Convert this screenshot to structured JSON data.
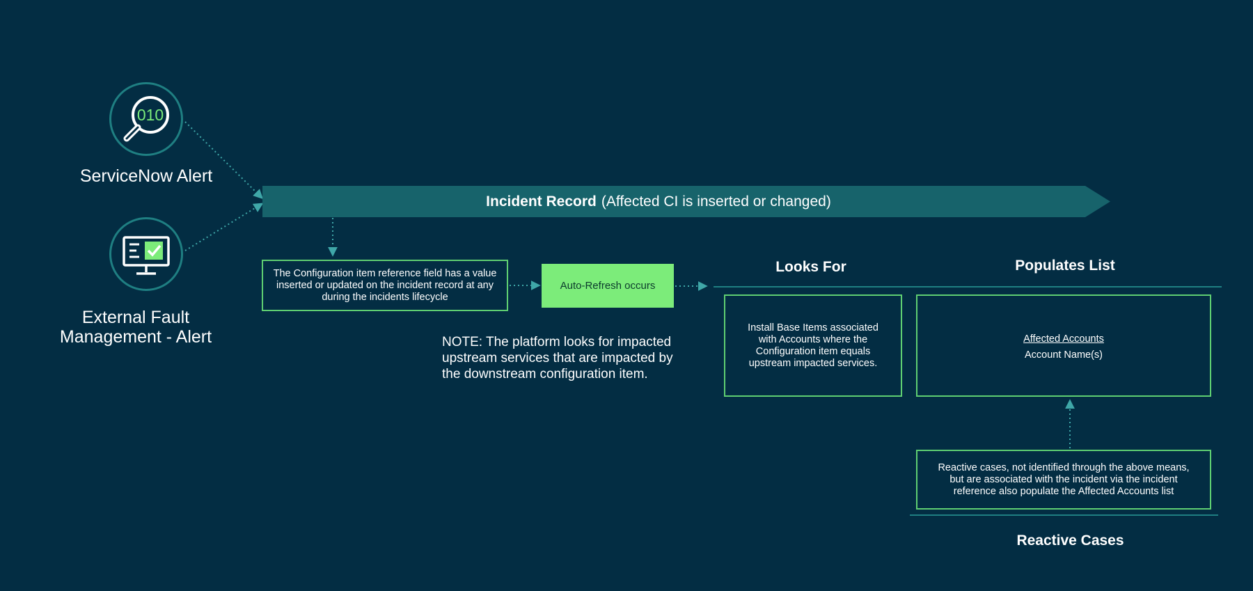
{
  "sources": {
    "servicenow_alert": {
      "label": "ServiceNow Alert",
      "icon_text": "010",
      "icon": "magnifier-binary-icon"
    },
    "external_alert": {
      "label_line1": "External Fault",
      "label_line2": "Management - Alert",
      "icon": "monitor-check-icon"
    }
  },
  "banner": {
    "title": "Incident Record",
    "subtitle": "(Affected CI is inserted or changed)"
  },
  "flow": {
    "config_item_text": "The Configuration item reference field has a value inserted or updated on the incident record at any during the incidents lifecycle",
    "auto_refresh": "Auto-Refresh occurs",
    "note": "NOTE: The platform looks for impacted upstream services that are impacted by the downstream configuration item."
  },
  "looks_for": {
    "heading": "Looks For",
    "text": "Install Base Items associated with Accounts where the Configuration item equals upstream impacted services."
  },
  "populates_list": {
    "heading": "Populates List",
    "title": "Affected Accounts",
    "value": "Account Name(s)"
  },
  "reactive_cases": {
    "heading": "Reactive Cases",
    "text": "Reactive cases, not identified through the above means, but are associated with the incident via the incident reference also populate the Affected Accounts list"
  },
  "colors": {
    "background": "#032d43",
    "banner": "#17636b",
    "accent_green": "#7cec7a",
    "box_border": "#5fcf72",
    "teal_line": "#1f7f82",
    "dotted_connector": "#3fa7a8"
  }
}
